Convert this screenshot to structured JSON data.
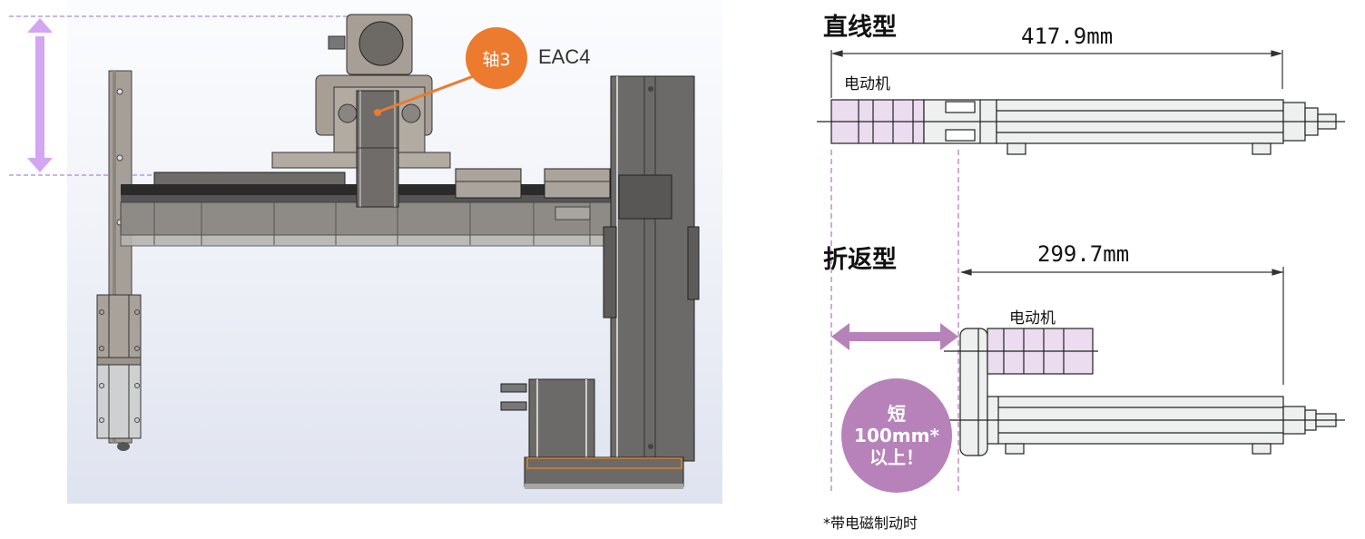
{
  "left_figure": {
    "callout": {
      "badge": "轴3",
      "model": "EAC4",
      "color": "#ec7a2f"
    },
    "height_arrow_color": "#d4a6f2"
  },
  "right_figure": {
    "straight_type": {
      "title": "直线型",
      "dimension": "417.9mm",
      "motor_label": "电动机"
    },
    "folded_type": {
      "title": "折返型",
      "dimension": "299.7mm",
      "motor_label": "电动机"
    },
    "savings_badge": {
      "line1": "短",
      "line2": "100mm*",
      "line3": "以上！",
      "color": "#b782b9"
    },
    "footnote": "*带电磁制动时",
    "motor_fill_color": "#ecdcef",
    "guide_line_color": "#b87cc0"
  }
}
